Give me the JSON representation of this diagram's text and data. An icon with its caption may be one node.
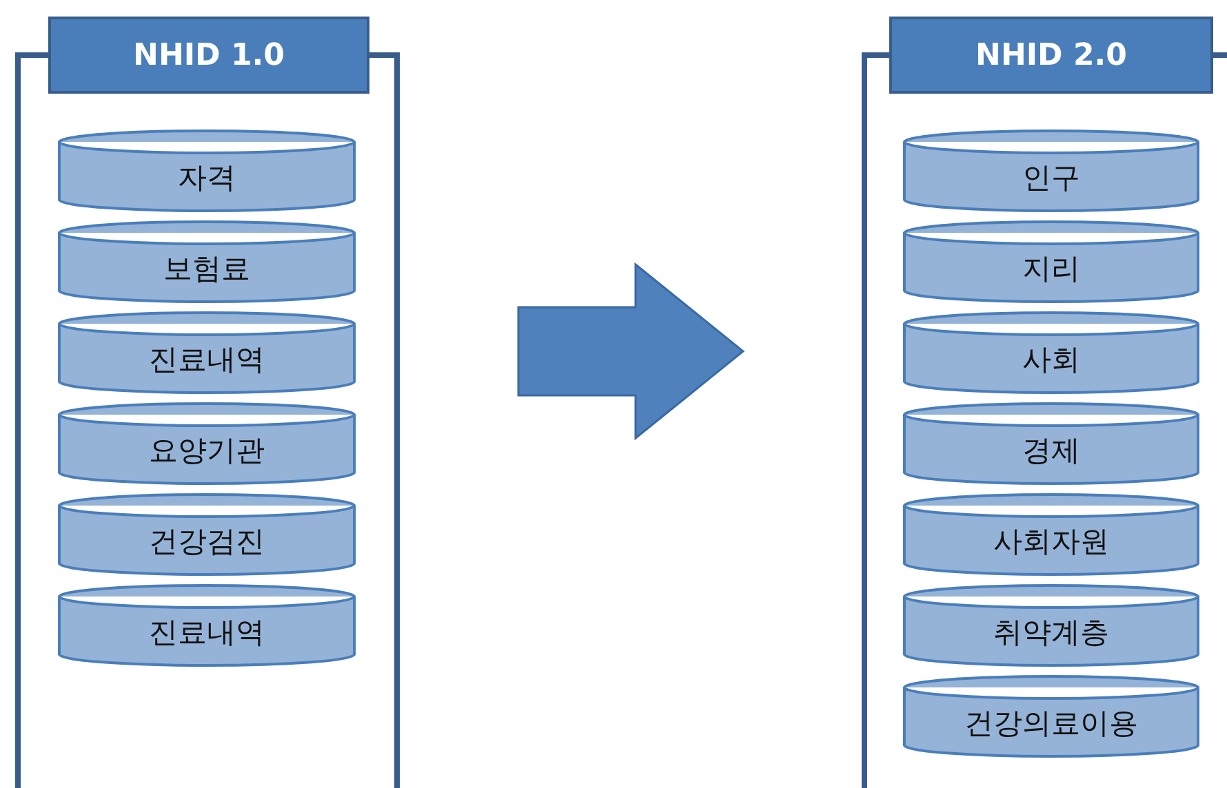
{
  "diagram": {
    "nodes": [
      {
        "text": [
          "NHID 1.0"
        ]
      },
      {
        "text": [
          "자격"
        ],
        "in": 0
      },
      {
        "text": [
          "보험료"
        ],
        "in": 0
      },
      {
        "text": [
          "진료내역"
        ],
        "in": 0
      },
      {
        "text": [
          "요양기관"
        ],
        "in": 0
      },
      {
        "text": [
          "건강검진"
        ],
        "in": 0
      },
      {
        "text": [
          "진료내역"
        ],
        "in": 0
      },
      {
        "text": [
          "NHID 2.0"
        ]
      },
      {
        "text": [
          "인구"
        ],
        "in": 7
      },
      {
        "text": [
          "지리"
        ],
        "in": 7
      },
      {
        "text": [
          "사회"
        ],
        "in": 7
      },
      {
        "text": [
          "경제"
        ],
        "in": 7
      },
      {
        "text": [
          "사회자원"
        ],
        "in": 7
      },
      {
        "text": [
          "취약계층"
        ],
        "in": 7
      },
      {
        "text": [
          "건강의료이용"
        ],
        "in": 7
      }
    ],
    "edges": [
      {
        "from": 0,
        "to": 7,
        "arrow": "to",
        "style": "thick"
      }
    ]
  }
}
